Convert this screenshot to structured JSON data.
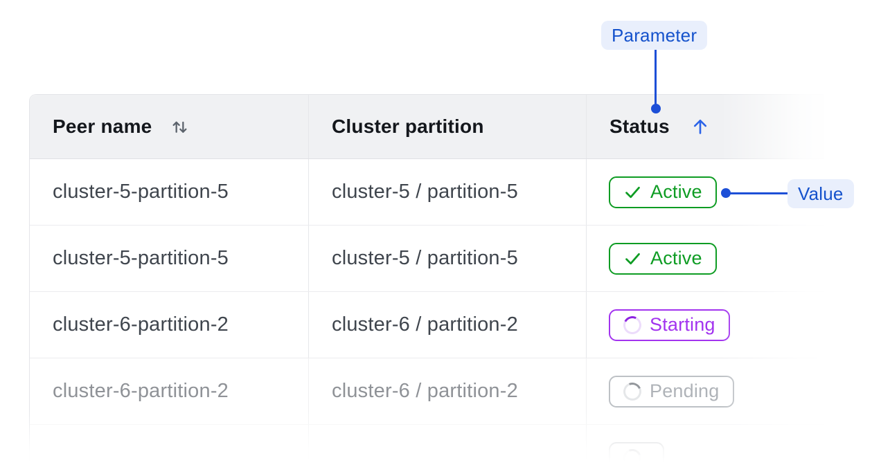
{
  "annotations": {
    "parameter_label": "Parameter",
    "value_label": "Value",
    "accent_color": "#1d4fd7",
    "chip_bg": "#e9effc"
  },
  "table": {
    "columns": [
      {
        "label": "Peer name",
        "sort": "sortable"
      },
      {
        "label": "Cluster partition",
        "sort": "none"
      },
      {
        "label": "Status",
        "sort": "ascending"
      }
    ],
    "rows": [
      {
        "peer_name": "cluster-5-partition-5",
        "cluster_partition": "cluster-5 / partition-5",
        "status": {
          "label": "Active",
          "state": "active"
        },
        "muted": false
      },
      {
        "peer_name": "cluster-5-partition-5",
        "cluster_partition": "cluster-5 / partition-5",
        "status": {
          "label": "Active",
          "state": "active"
        },
        "muted": false
      },
      {
        "peer_name": "cluster-6-partition-2",
        "cluster_partition": "cluster-6 / partition-2",
        "status": {
          "label": "Starting",
          "state": "starting"
        },
        "muted": false
      },
      {
        "peer_name": "cluster-6-partition-2",
        "cluster_partition": "cluster-6 / partition-2",
        "status": {
          "label": "Pending",
          "state": "pending"
        },
        "muted": true
      },
      {
        "peer_name": "",
        "cluster_partition": "",
        "status": {
          "label": "",
          "state": "pending"
        },
        "muted": true
      }
    ],
    "status_colors": {
      "active": "#0e9c23",
      "starting": "#a233ef",
      "pending": "#8f959d"
    }
  }
}
